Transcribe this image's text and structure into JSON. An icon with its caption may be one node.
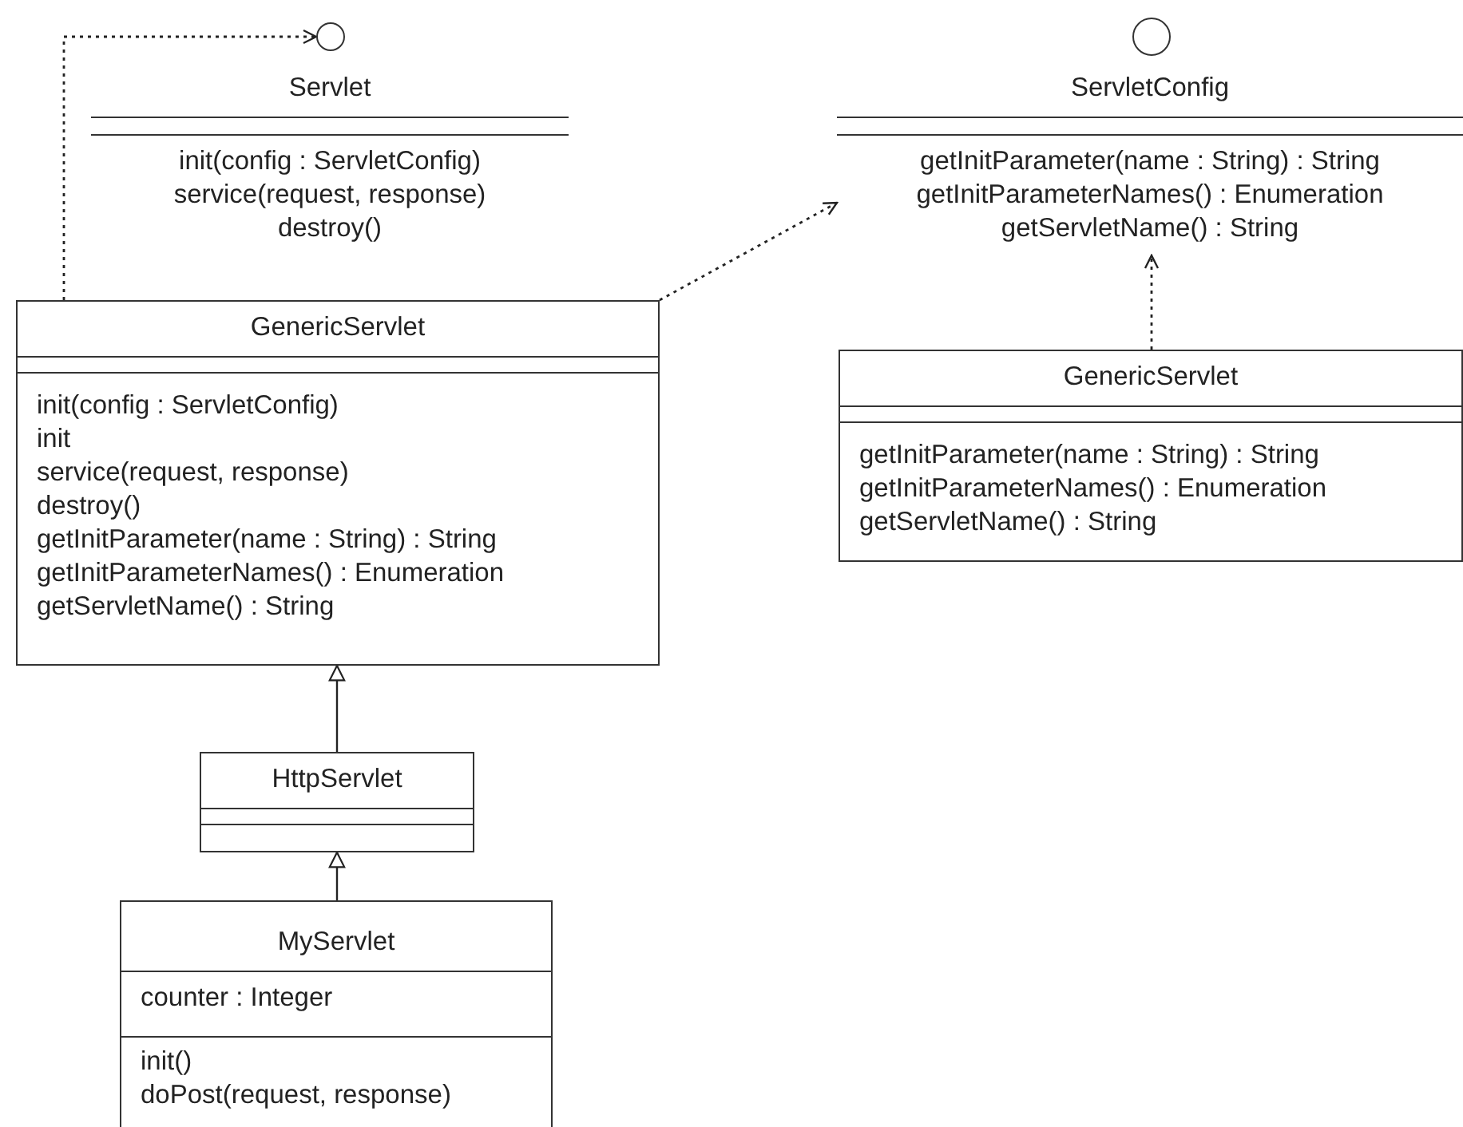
{
  "diagram": {
    "nodes": [
      {
        "text": [],
        "shape": "circle"
      },
      {
        "text": [
          "Servlet",
          "init(config : ServletConfig)",
          "service(request, response)",
          "destroy()"
        ]
      },
      {
        "text": [],
        "shape": "circle"
      },
      {
        "text": [
          "ServletConfig",
          "getInitParameter(name : String) : String",
          "getInitParameterNames() : Enumeration",
          "getServletName() : String"
        ]
      },
      {
        "text": [
          "GenericServlet",
          "init(config : ServletConfig)",
          "init",
          "service(request, response)",
          "destroy()",
          "getInitParameter(name : String) : String",
          "getInitParameterNames() : Enumeration",
          "getServletName() : String"
        ]
      },
      {
        "text": [
          "GenericServlet",
          "getInitParameter(name : String) : String",
          "getInitParameterNames() : Enumeration",
          "getServletName() : String"
        ]
      },
      {
        "text": [
          "HttpServlet"
        ]
      },
      {
        "text": [
          "MyServlet",
          "counter : Integer",
          "init()",
          "doPost(request, response)"
        ]
      }
    ],
    "edges": [
      {
        "from": 4,
        "to": 0,
        "arrow": "to",
        "style": "dashed"
      },
      {
        "from": 4,
        "to": 3,
        "arrow": "to",
        "style": "dashed"
      },
      {
        "from": 5,
        "to": 3,
        "arrow": "to",
        "style": "dashed"
      },
      {
        "from": 6,
        "to": 4,
        "arrow": "to"
      },
      {
        "from": 7,
        "to": 6,
        "arrow": "to"
      }
    ]
  }
}
